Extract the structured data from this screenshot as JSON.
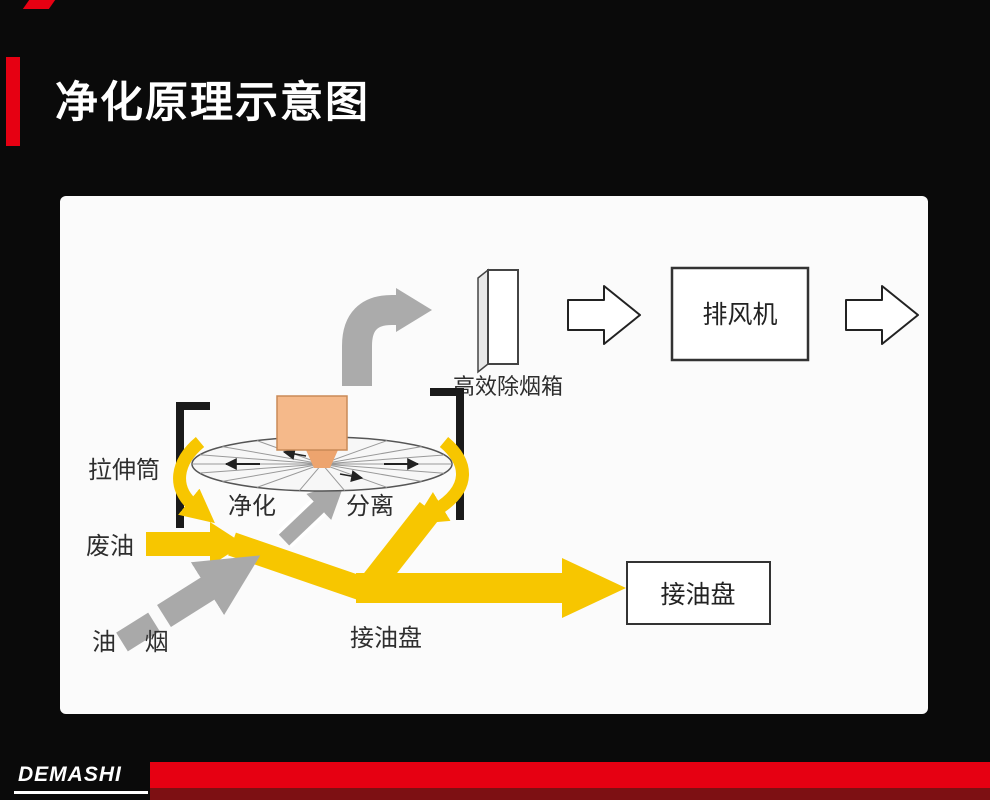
{
  "header": {
    "title": "净化原理示意图"
  },
  "footer": {
    "brand": "DEMASHI"
  },
  "diagram": {
    "boxes": {
      "exhaust_fan": "排风机",
      "oil_pan": "接油盘"
    },
    "labels": {
      "smoke_box": "高效除烟箱",
      "stretch_cylinder": "拉伸筒",
      "purify": "净化",
      "separate": "分离",
      "waste_oil": "废油",
      "oil_smoke": "油 烟",
      "oil_pan": "接油盘"
    },
    "colors": {
      "flow_yellow": "#f7c600",
      "flow_gray": "#a9a9a9",
      "motor_peach": "#f5b98a",
      "accent_red": "#e60012"
    }
  }
}
